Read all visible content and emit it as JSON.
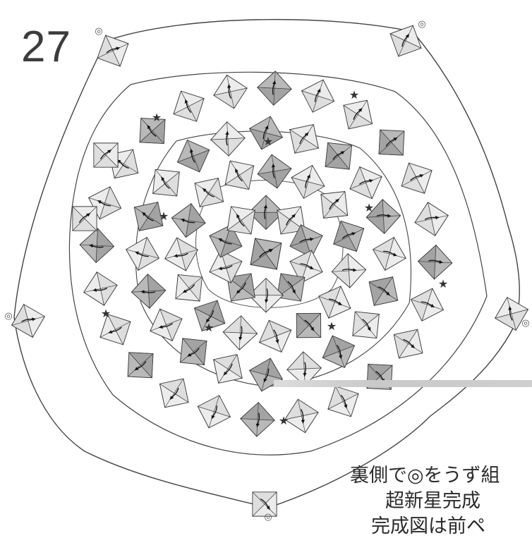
{
  "step": {
    "number": "27"
  },
  "instructions": {
    "line1": "裏側で◎をうず組",
    "line2": "超新星完成",
    "line3": "完成図は前ペ"
  },
  "symbols": {
    "star": "★",
    "join_mark": "◎"
  },
  "colors": {
    "unit_light": "#ececec",
    "unit_dark": "#b9b9b9",
    "outline": "#3a3a3a",
    "path": "#444444"
  }
}
